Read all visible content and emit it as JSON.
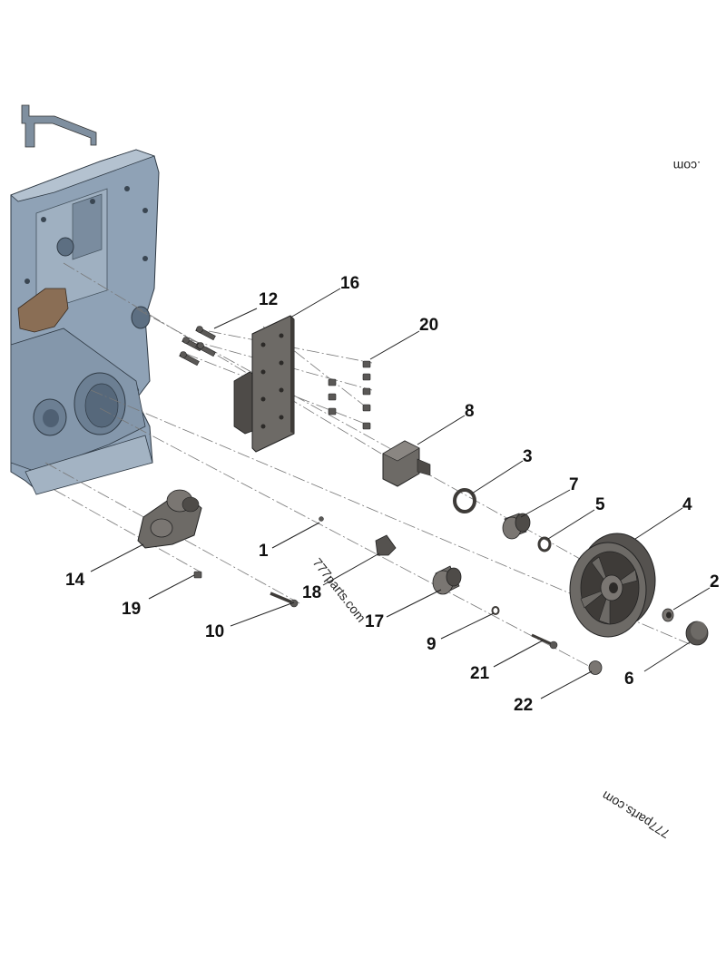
{
  "callouts": [
    {
      "id": "1",
      "label": "1"
    },
    {
      "id": "2",
      "label": "2"
    },
    {
      "id": "3",
      "label": "3"
    },
    {
      "id": "4",
      "label": "4"
    },
    {
      "id": "5",
      "label": "5"
    },
    {
      "id": "6",
      "label": "6"
    },
    {
      "id": "7",
      "label": "7"
    },
    {
      "id": "8",
      "label": "8"
    },
    {
      "id": "9",
      "label": "9"
    },
    {
      "id": "10",
      "label": "10"
    },
    {
      "id": "12",
      "label": "12"
    },
    {
      "id": "14",
      "label": "14"
    },
    {
      "id": "16",
      "label": "16"
    },
    {
      "id": "17",
      "label": "17"
    },
    {
      "id": "18",
      "label": "18"
    },
    {
      "id": "19",
      "label": "19"
    },
    {
      "id": "20",
      "label": "20"
    },
    {
      "id": "21",
      "label": "21"
    },
    {
      "id": "22",
      "label": "22"
    }
  ],
  "watermarks": {
    "top_right": ".com",
    "center": "777parts.com",
    "bottom_right": "777parts.com"
  },
  "colors": {
    "housing": "#8fa2b6",
    "housing_dark": "#5d6f82",
    "part": "#6d6a66",
    "part_dark": "#3e3b38",
    "bracket": "#8a6e55"
  }
}
